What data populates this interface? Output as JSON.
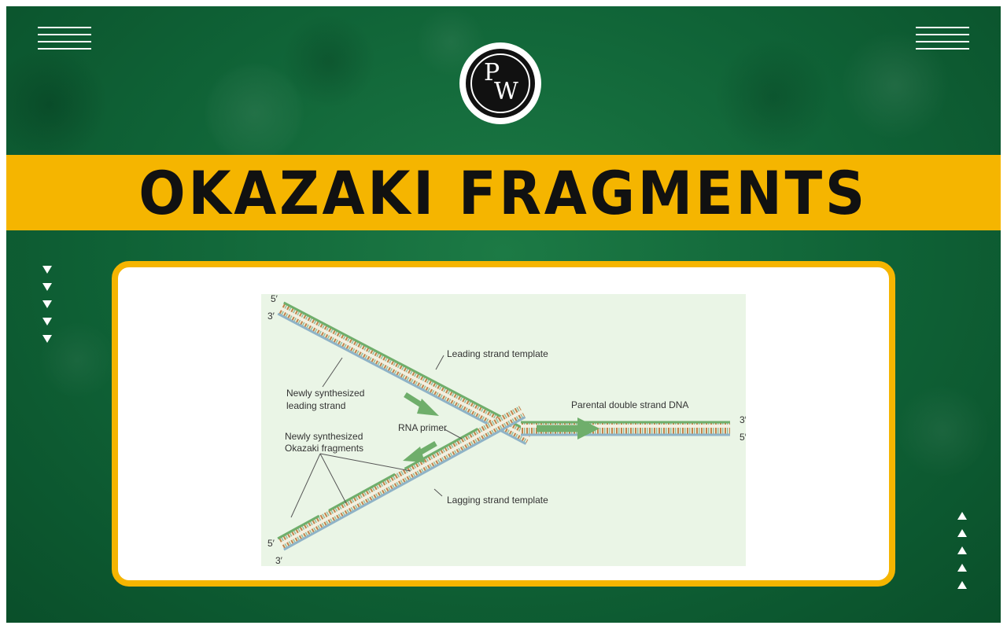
{
  "header": {
    "logo_text": "PW",
    "title": "OKAZAKI FRAGMENTS"
  },
  "icons": {
    "left_menu": "hamburger-icon",
    "right_menu": "hamburger-icon",
    "left_arrows": "triangle-down-icon",
    "right_arrows": "triangle-up-icon"
  },
  "colors": {
    "background": "#0f6236",
    "band": "#f5b500",
    "card_border": "#f5b500",
    "diagram_background": "#eaf5e6",
    "arrow": "#6fae6b"
  },
  "diagram": {
    "labels": {
      "top_left_5": "5′",
      "top_left_3": "3′",
      "leading_template": "Leading strand template",
      "newly_leading_line1": "Newly synthesized",
      "newly_leading_line2": "leading strand",
      "parental": "Parental double strand DNA",
      "right_3": "3′",
      "right_5": "5′",
      "rna_primer": "RNA primer",
      "okazaki_line1": "Newly synthesized",
      "okazaki_line2": "Okazaki fragments",
      "lagging_template": "Lagging strand template",
      "bottom_left_5": "5′",
      "bottom_left_3": "3′"
    }
  }
}
